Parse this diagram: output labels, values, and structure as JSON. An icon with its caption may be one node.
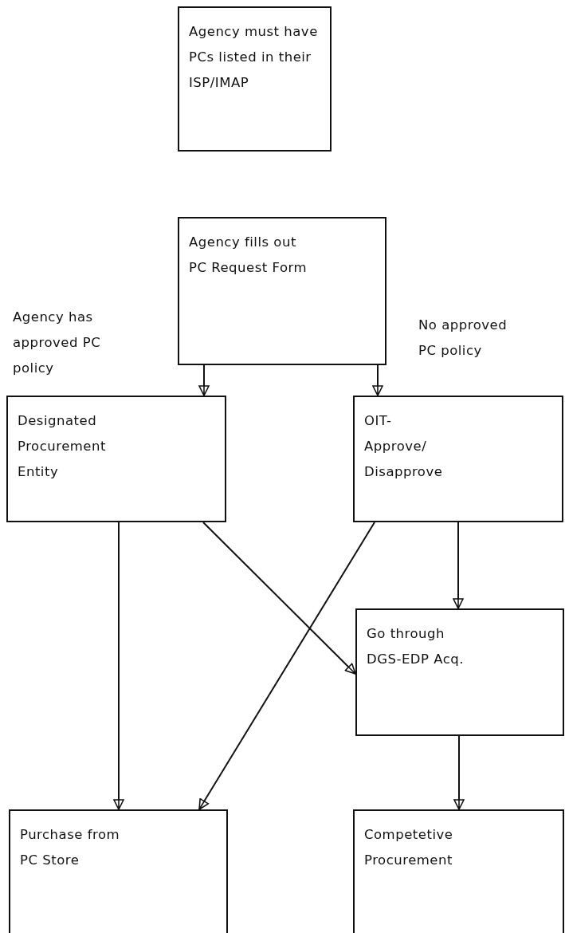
{
  "diagram": {
    "nodes": [
      {
        "text": [
          "Agency must have PCs listed in their ISP/IMAP"
        ]
      },
      {
        "text": [
          "Agency fills out PC Request Form"
        ]
      },
      {
        "text": [
          "Designated Procurement Entity"
        ]
      },
      {
        "text": [
          "OIT- Approve/ Disapprove"
        ]
      },
      {
        "text": [
          "Go through DGS-EDP Acq."
        ]
      },
      {
        "text": [
          "Purchase from PC Store"
        ]
      },
      {
        "text": [
          "Competetive Procurement"
        ]
      }
    ],
    "edges": [
      {
        "from": 1,
        "to": 2,
        "arrow": "to"
      },
      {
        "from": 1,
        "to": 3,
        "arrow": "to"
      },
      {
        "from": 2,
        "to": 5,
        "arrow": "to"
      },
      {
        "from": 2,
        "to": 4,
        "arrow": "to"
      },
      {
        "from": 3,
        "to": 5,
        "arrow": "to"
      },
      {
        "from": 3,
        "to": 4,
        "arrow": "to"
      },
      {
        "from": 4,
        "to": 6,
        "arrow": "to"
      }
    ],
    "labels": [
      "Agency has approved PC policy",
      "No approved PC policy"
    ]
  }
}
